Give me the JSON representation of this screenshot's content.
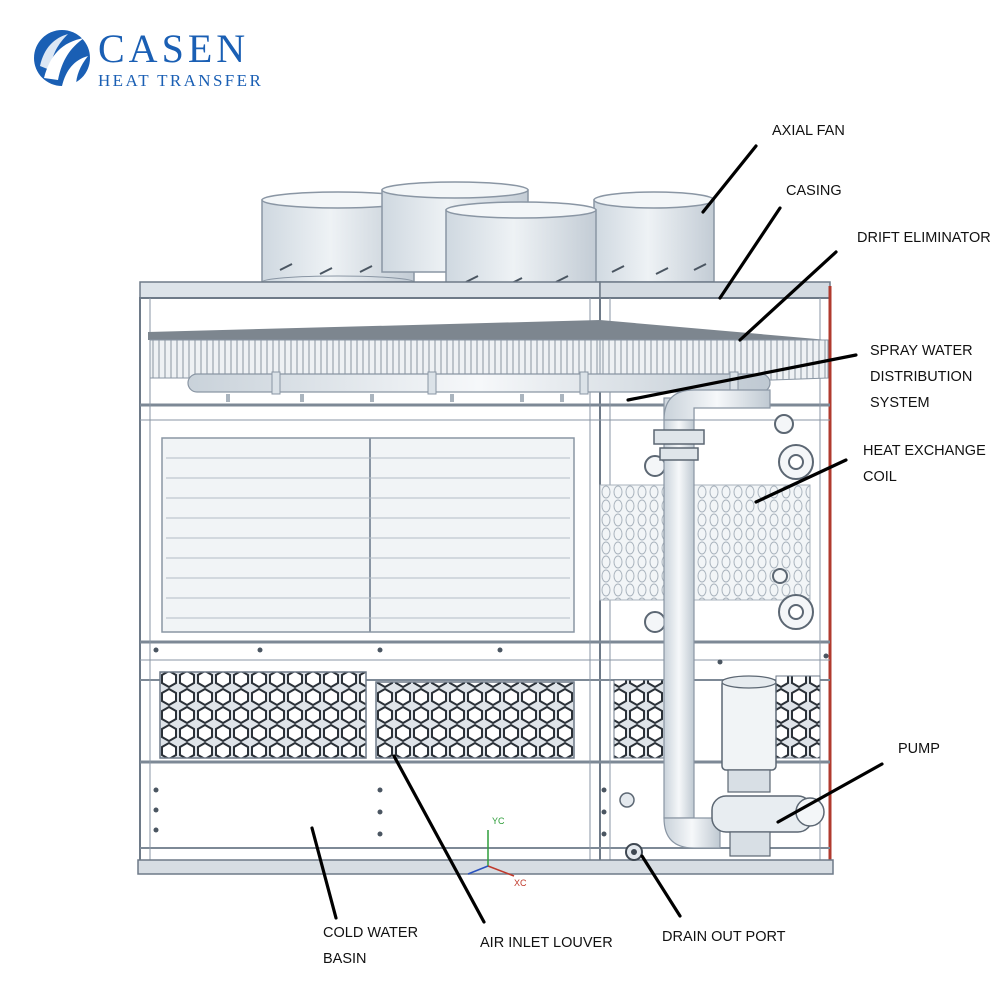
{
  "brand": {
    "name": "CASEN",
    "tagline": "HEAT TRANSFER",
    "color": "#1a5fb4"
  },
  "components": {
    "axial_fan": "AXIAL FAN",
    "casing": "CASING",
    "drift_eliminator": "DRIFT ELIMINATOR",
    "spray_water": [
      "SPRAY WATER",
      "DISTRIBUTION",
      "SYSTEM"
    ],
    "heat_exchange_coil": [
      "HEAT EXCHANGE",
      "COIL"
    ],
    "pump": "PUMP",
    "cold_water_basin": [
      "COLD WATER",
      "BASIN"
    ],
    "air_inlet_louver": "AIR INLET LOUVER",
    "drain_out_port": "DRAIN OUT PORT"
  },
  "axes": {
    "y": "YC",
    "x": "XC"
  },
  "colors": {
    "casing_fill": "#e8edf2",
    "frame": "#6e7a88",
    "fan": "#dde4ea",
    "eliminator": "#7d868f",
    "pipe": "#edf1f4",
    "accent_edge": "#b03a2e",
    "leader": "#000000"
  }
}
